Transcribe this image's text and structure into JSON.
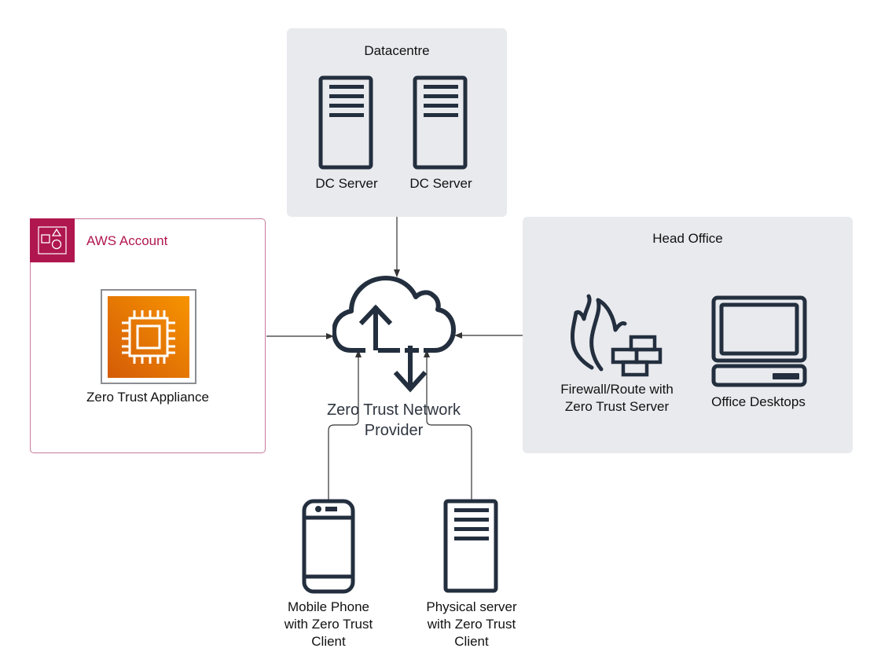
{
  "groups": {
    "datacentre": {
      "title": "Datacentre"
    },
    "aws_account": {
      "title": "AWS Account",
      "accent_color": "#b0174f"
    },
    "head_office": {
      "title": "Head Office"
    }
  },
  "nodes": {
    "dc_server_1": {
      "label": "DC Server"
    },
    "dc_server_2": {
      "label": "DC Server"
    },
    "zero_trust_appliance": {
      "label": "Zero Trust Appliance",
      "icon": "ec2-instance-icon"
    },
    "zero_trust_provider": {
      "label_line1": "Zero Trust Network",
      "label_line2": "Provider",
      "icon": "cloud-upload-download-icon"
    },
    "firewall": {
      "label_line1": "Firewall/Route with",
      "label_line2": "Zero Trust Server",
      "icon": "firewall-icon"
    },
    "office_desktops": {
      "label": "Office Desktops",
      "icon": "desktop-computer-icon"
    },
    "mobile_phone": {
      "label_line1": "Mobile Phone",
      "label_line2": "with Zero Trust",
      "label_line3": "Client",
      "icon": "mobile-phone-icon"
    },
    "physical_server": {
      "label_line1": "Physical server",
      "label_line2": "with Zero Trust",
      "label_line3": "Client",
      "icon": "server-icon"
    }
  },
  "connections": [
    {
      "from": "Datacentre",
      "to": "Zero Trust Network Provider"
    },
    {
      "from": "AWS Account",
      "to": "Zero Trust Network Provider"
    },
    {
      "from": "Head Office",
      "to": "Zero Trust Network Provider"
    },
    {
      "from": "Mobile Phone with Zero Trust Client",
      "to": "Zero Trust Network Provider"
    },
    {
      "from": "Physical server with Zero Trust Client",
      "to": "Zero Trust Network Provider"
    }
  ],
  "colors": {
    "icon_dark": "#232f3e",
    "group_fill": "#e9eaee",
    "aws_accent": "#b0174f",
    "ec2_orange_top": "#f79400",
    "ec2_orange_bottom": "#d45b07",
    "connector": "#333333"
  }
}
